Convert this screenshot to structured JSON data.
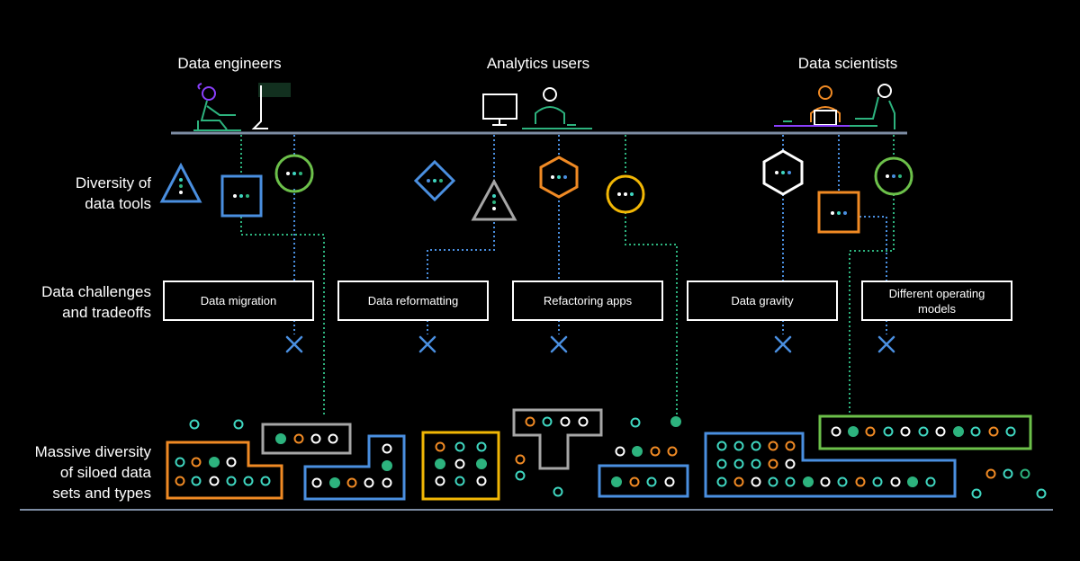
{
  "groups": [
    {
      "title": "Data engineers"
    },
    {
      "title": "Analytics users"
    },
    {
      "title": "Data scientists"
    }
  ],
  "row_labels": {
    "tools": [
      "Diversity of",
      "data tools"
    ],
    "challenges": [
      "Data challenges",
      "and tradeoffs"
    ],
    "datasets": [
      "Massive diversity",
      "of siloed data",
      "sets and types"
    ]
  },
  "challenges": [
    {
      "label": "Data migration"
    },
    {
      "label": "Data reformatting"
    },
    {
      "label": "Refactoring apps"
    },
    {
      "label": "Data gravity"
    },
    {
      "label": "Different operating models"
    }
  ],
  "colors": {
    "background": "#000000",
    "blue": "#4a8fe0",
    "green": "#2db37e",
    "teal": "#3fd6c0",
    "orange": "#f08a24",
    "yellow": "#f2b705",
    "lime": "#6cc04a",
    "gray": "#a6a6a6",
    "purple": "#8a3ffc",
    "line": "#7d8ca3"
  },
  "icons": {
    "people": [
      "person-at-desk-icon",
      "monitor-icon",
      "person-at-laptop-icon"
    ],
    "tools": [
      "triangle-tool-icon",
      "square-tool-icon",
      "circle-tool-icon",
      "diamond-tool-icon",
      "hexagon-tool-icon"
    ],
    "blocked": "x-mark-icon"
  }
}
